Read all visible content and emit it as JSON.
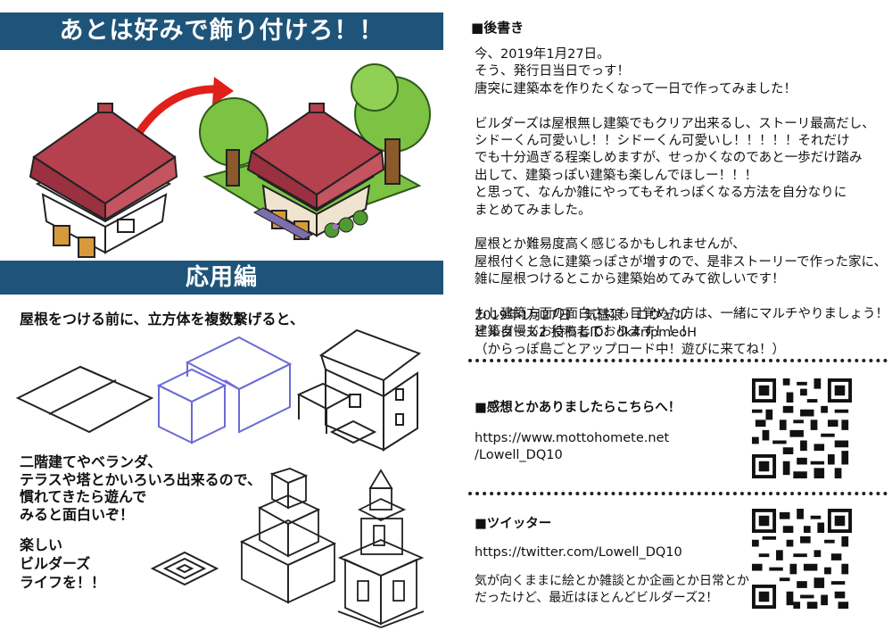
{
  "left": {
    "banner_top": "あとは好みで飾り付けろ！！",
    "banner_apply": "応用編",
    "intro_text": "屋根をつける前に、立方体を複数繋げると、",
    "tip_text": "二階建てやベランダ、\nテラスや塔とかいろいろ出来るので、\n慣れてきたら遊んで\nみると面白いぞ！",
    "closing_text": "楽しい\nビルダーズ\nライフを！！"
  },
  "right": {
    "afterword_heading": "■後書き",
    "afterword_body": "今、2019年1月27日。\nそう、発行日当日でっす！\n唐突に建築本を作りたくなって一日で作ってみました！\n\nビルダーズは屋根無し建築でもクリア出来るし、ストーリ最高だし、\nシドーくん可愛いし！！シドーくん可愛いし！！！！！それだけ\nでも十分過ぎる程楽しめますが、せっかくなのであと一歩だけ踏み\n出して、建築っぽい建築も楽しんでほしー！！！\nと思って、なんか雑にやってもそれっぽくなる方法を自分なりに\nまとめてみました。\n\n屋根とか難易度高く感じるかもしれませんが、\n屋根付くと急に建築っぽさが増すので、是非ストーリーで作った家に、\n雑に屋根つけるとこから建築始めてみて欲しいです！\n\nもし建築方面の面白さにも目覚めた方は、一緒にマルチやりましょう！\n建築自慢もお待ちしております！！！",
    "author_block": "2019年1月27日　気儘狼　ロウェル\nビルダーズ2 投稿者ID：dk4rfpmeoH\n（からっぽ島ごとアップロード中！遊びに来てね！）",
    "feedback_heading": "■感想とかありましたらこちらへ！",
    "feedback_url": "https://www.mottohomete.net\n/Lowell_DQ10",
    "twitter_heading": "■ツイッター",
    "twitter_url": "https://twitter.com/Lowell_DQ10",
    "twitter_note": "気が向くままに絵とか雑談とか企画とか日常とか\nだったけど、最近はほとんどビルダーズ2！"
  },
  "colors": {
    "banner_bg": "#1e5479",
    "roof_red": "#b5404e",
    "arrow_red": "#e0201a",
    "tree_green": "#7cc243",
    "blue_sketch": "#6b6bd6"
  }
}
